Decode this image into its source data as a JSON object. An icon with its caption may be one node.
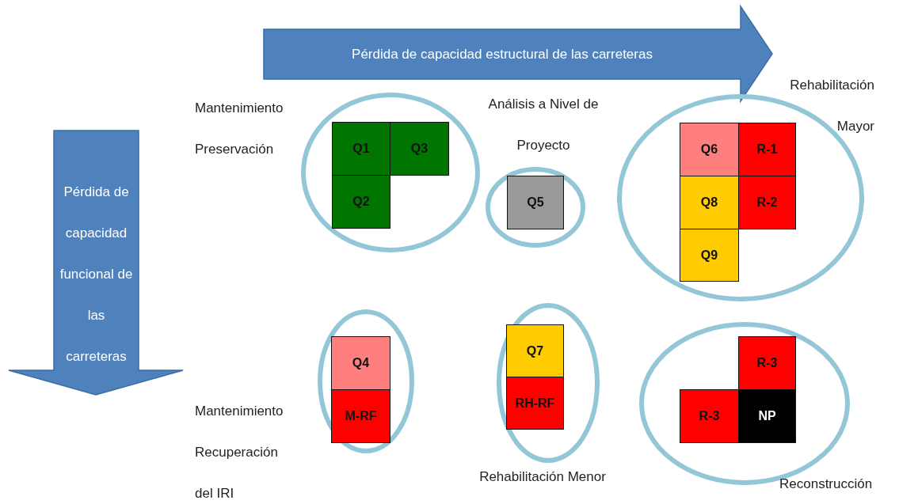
{
  "diagram": {
    "nodes": [
      {
        "text": [
          "Pérdida de capacidad estructural de las carreteras"
        ]
      },
      {
        "text": [
          "Pérdida de capacidad funcional de las carreteras"
        ]
      },
      {
        "text": [
          "Mantenimiento Preservación"
        ]
      },
      {
        "text": [
          "Q1"
        ],
        "in": 2
      },
      {
        "text": [
          "Q3"
        ],
        "in": 2
      },
      {
        "text": [
          "Q2"
        ],
        "in": 2
      },
      {
        "text": [
          "Análisis a Nivel de Proyecto"
        ]
      },
      {
        "text": [
          "Q5"
        ],
        "in": 6
      },
      {
        "text": [
          "Rehabilitación Mayor"
        ]
      },
      {
        "text": [
          "Q6"
        ],
        "in": 8
      },
      {
        "text": [
          "R-1"
        ],
        "in": 8
      },
      {
        "text": [
          "Q8"
        ],
        "in": 8
      },
      {
        "text": [
          "R-2"
        ],
        "in": 8
      },
      {
        "text": [
          "Q9"
        ],
        "in": 8
      },
      {
        "text": [
          "Mantenimiento Recuperación del IRI"
        ]
      },
      {
        "text": [
          "Q4"
        ],
        "in": 14
      },
      {
        "text": [
          "M-RF"
        ],
        "in": 14
      },
      {
        "text": [
          "Rehabilitación Menor"
        ]
      },
      {
        "text": [
          "Q7"
        ],
        "in": 17
      },
      {
        "text": [
          "RH-RF"
        ],
        "in": 17
      },
      {
        "text": [
          "Reconstrucción"
        ]
      },
      {
        "text": [
          "R-3"
        ],
        "in": 20
      },
      {
        "text": [
          "R-3"
        ],
        "in": 20
      },
      {
        "text": [
          "NP"
        ],
        "in": 20
      }
    ],
    "edges": []
  }
}
